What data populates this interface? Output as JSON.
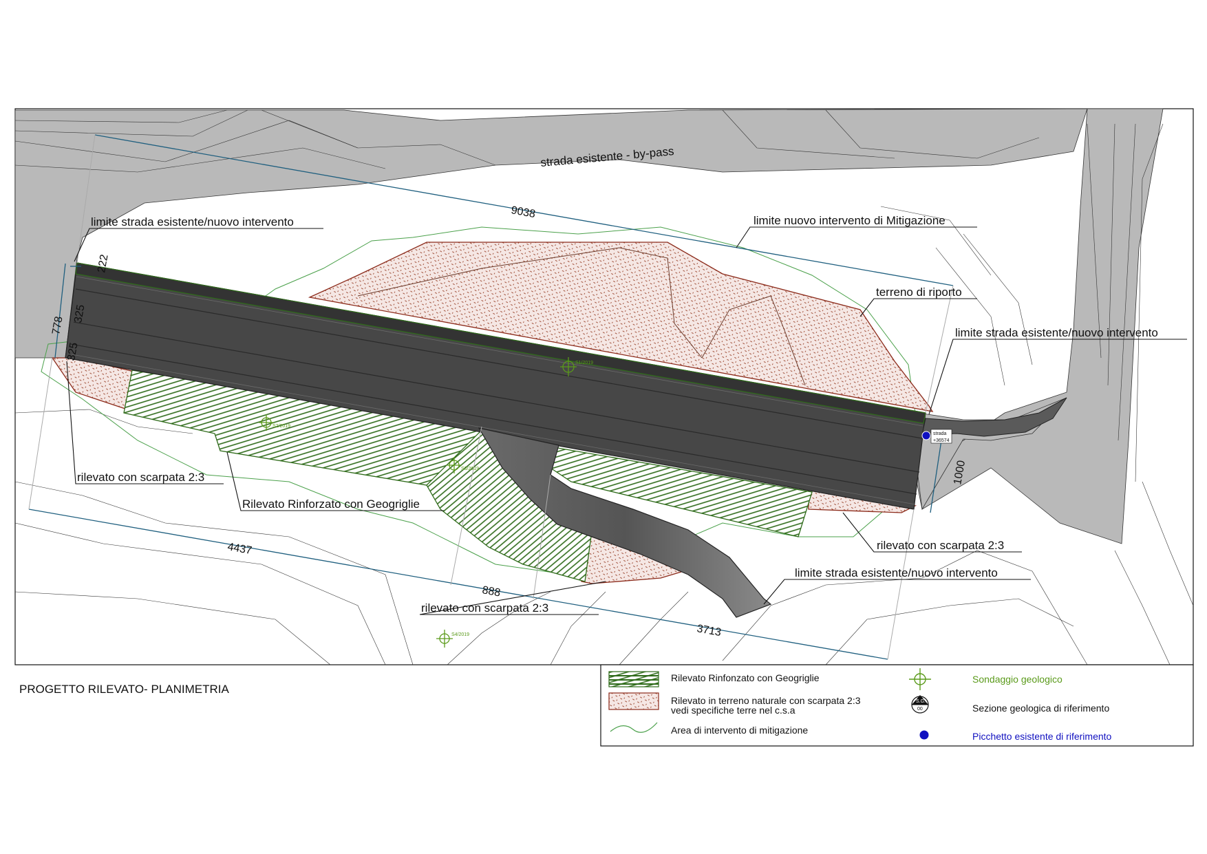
{
  "drawing": {
    "title": "PROGETTO RILEVATO- PLANIMETRIA",
    "road_label": "strada esistente - by-pass"
  },
  "callouts": {
    "limite_nw": "limite strada esistente/nuovo intervento",
    "limite_mitigazione": "limite nuovo intervento di Mitigazione",
    "terreno_riporto": "terreno di riporto",
    "limite_e": "limite strada esistente/nuovo intervento",
    "scarpata_w": "rilevato con scarpata 2:3",
    "rinforzato": "Rilevato Rinforzato con Geogriglie",
    "scarpata_se": "rilevato con scarpata 2:3",
    "limite_s": "limite strada esistente/nuovo intervento",
    "scarpata_s": "rilevato con scarpata 2:3"
  },
  "dimensions": {
    "d9038": "9038",
    "d222": "222",
    "d325a": "325",
    "d325b": "325",
    "d778": "778",
    "d1000": "1000",
    "d4437": "4437",
    "d888": "888",
    "d3713": "3713"
  },
  "probes": {
    "s1": "S1/2019",
    "s2": "S2/2019",
    "s3": "S3/2019",
    "s4": "S4/2019"
  },
  "reference_stake": {
    "line1": "strada",
    "line2": "+36574"
  },
  "section_symbol": {
    "top": "S.G.",
    "bottom": "00"
  },
  "legend": {
    "reinforced": "Rilevato Rinfonzato con Geogriglie",
    "natural_1": "Rilevato in terreno naturale con scarpata 2:3",
    "natural_2": "vedi specifiche terre nel c.s.a",
    "mitigation": "Area di intervento di mitigazione",
    "probe": "Sondaggio geologico",
    "section": "Sezione geologica di riferimento",
    "stake": "Picchetto esistente di riferimento"
  },
  "colors": {
    "road_grey": "#b9b9b9",
    "deck_dark": "#474747",
    "geogrid_green": "#2f6b1a",
    "fill_red": "#8b2a1a",
    "mitigation_green": "#4aa04a",
    "dimension_blue": "#1f5f7f",
    "probe_green": "#5a9a1a",
    "stake_blue": "#1010c0"
  }
}
